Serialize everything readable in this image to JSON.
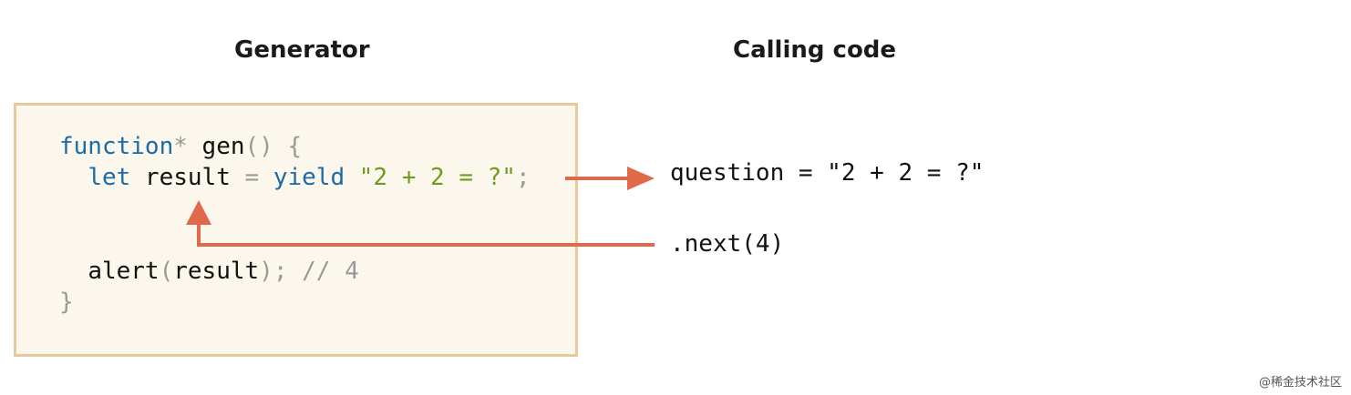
{
  "headings": {
    "generator": "Generator",
    "calling_code": "Calling code"
  },
  "code": {
    "line1": {
      "kw": "function",
      "star": "*",
      "name": " gen",
      "parens": "()",
      "brace": " {"
    },
    "line2": {
      "kw_let": "let",
      "var": " result",
      "eq": " =",
      "kw_yield": " yield",
      "str": " \"2 + 2 = ?\"",
      "semi": ";"
    },
    "line3": {
      "fn": "alert",
      "lp": "(",
      "arg": "result",
      "rp": ")",
      "semi": ";",
      "comment": " // 4"
    },
    "line4": {
      "brace": "}"
    }
  },
  "calling": {
    "question": "question = \"2 + 2 = ?\"",
    "next": ".next(4)"
  },
  "colors": {
    "arrow": "#e0694a",
    "box_bg": "#fcf7ec",
    "box_border": "#e8c99a",
    "keyword": "#1d6aa8",
    "string": "#6f9a1d",
    "operator": "#999999"
  },
  "watermark": "@稀金技术社区"
}
